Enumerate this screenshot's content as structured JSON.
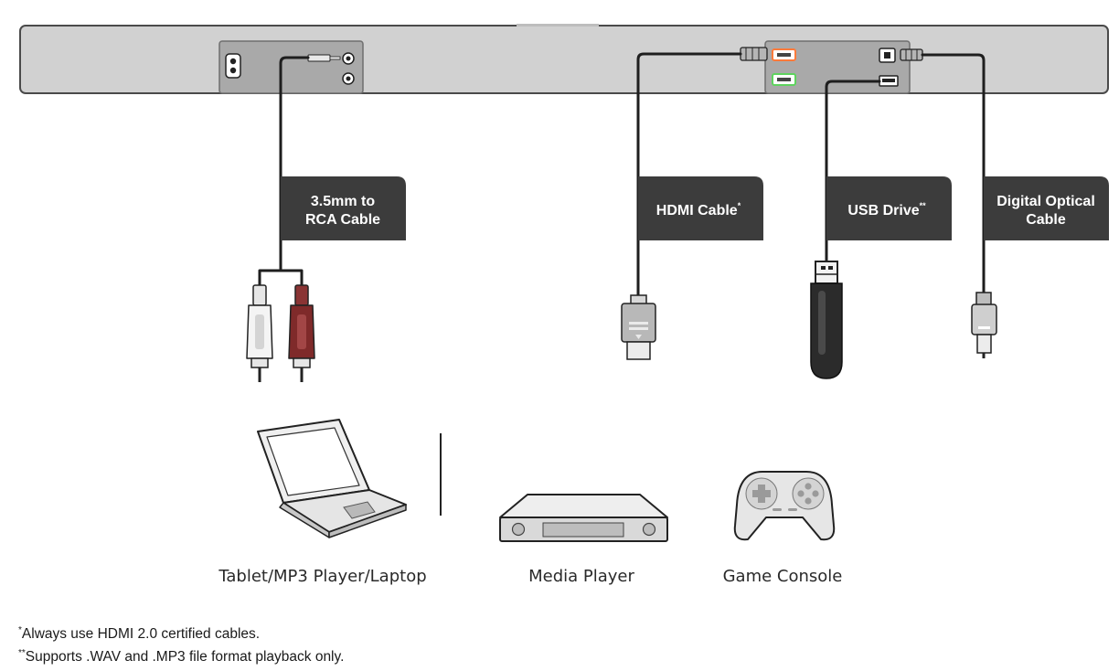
{
  "cable_labels": {
    "rca": {
      "line1": "3.5mm to",
      "line2": "RCA Cable"
    },
    "hdmi": {
      "text": "HDMI Cable",
      "mark": "*"
    },
    "usb": {
      "text": "USB Drive",
      "mark": "**"
    },
    "optical": {
      "line1": "Digital Optical",
      "line2": "Cable"
    }
  },
  "devices": {
    "laptop": "Tablet/MP3 Player/Laptop",
    "media_player": "Media Player",
    "game_console": "Game Console"
  },
  "footnotes": [
    {
      "mark": "*",
      "text": "Always use HDMI 2.0 certified cables."
    },
    {
      "mark": "**",
      "text": "Supports .WAV and .MP3 file format playback only."
    }
  ],
  "colors": {
    "soundbar": "#d1d1d1",
    "port_panel": "#a9a9a9",
    "label_box": "#3c3c3c",
    "cable": "#1e1e1e",
    "rca_red": "#7f2a2a",
    "hdmi_port": "#ff7a3a",
    "usb_port": "#5ed35e"
  }
}
